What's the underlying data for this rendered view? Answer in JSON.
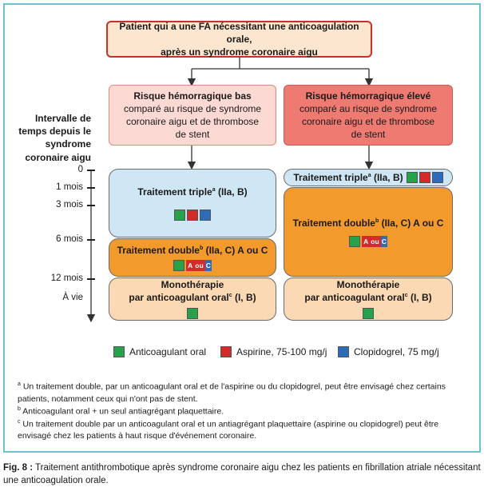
{
  "top_box": {
    "line1": "Patient qui a une FA nécessitant une anticoagulation orale,",
    "line2": "après un syndrome coronaire aigu"
  },
  "risk_low": {
    "title": "Risque hémorragique bas",
    "text": "comparé au risque de syndrome coronaire aigu et de thrombose de stent"
  },
  "risk_high": {
    "title": "Risque hémorragique élevé",
    "text": "comparé au risque de syndrome coronaire aigu et de thrombose de stent"
  },
  "time_axis": {
    "title": "Intervalle de temps depuis le syndrome coronaire aigu",
    "labels": [
      "0",
      "1 mois",
      "3 mois",
      "6 mois",
      "12 mois",
      "À vie"
    ]
  },
  "left_col": {
    "triple": {
      "label": "Traitement triple",
      "sup": "a",
      "rec": " (IIa, B)"
    },
    "double": {
      "label": "Traitement double",
      "sup": "b",
      "rec": " (IIa, C) A ou C"
    },
    "mono": {
      "line1": "Monothérapie",
      "line2": "par anticoagulant oral",
      "sup": "c",
      "rec": " (I, B)"
    }
  },
  "right_col": {
    "triple": {
      "label": "Traitement triple",
      "sup": "a",
      "rec": " (IIa, B)"
    },
    "double": {
      "label": "Traitement double",
      "sup": "b",
      "rec": " (IIa, C) A ou C"
    },
    "mono": {
      "line1": "Monothérapie",
      "line2": "par anticoagulant oral",
      "sup": "c",
      "rec": " (I, B)"
    }
  },
  "ou_badge": {
    "a": "A",
    "ou": "ou",
    "c": "C"
  },
  "legend": {
    "anticoag": "Anticoagulant oral",
    "aspirin": "Aspirine, 75-100 mg/j",
    "clopi": "Clopidogrel, 75 mg/j"
  },
  "colors": {
    "anticoag": "#27a14a",
    "aspirin": "#d42a2a",
    "clopi": "#2e6bb8"
  },
  "notes": {
    "a_sup": "a",
    "a": " Un traitement double, par un anticoagulant oral et de l'aspirine ou du clopidogrel, peut être envisagé chez certains patients, notamment ceux qui n'ont pas de stent.",
    "b_sup": "b",
    "b": " Anticoagulant oral + un seul antiagrégant plaquettaire.",
    "c_sup": "c",
    "c": " Un traitement double par un anticoagulant oral et un antiagrégant plaquettaire (aspirine ou clopidogrel) peut être envisagé chez les patients à haut risque d'événement coronaire."
  },
  "caption": {
    "label": "Fig. 8 :",
    "text": " Traitement antithrombotique après syndrome coronaire aigu chez les patients en fibrillation atriale nécessitant une anticoagulation orale."
  }
}
